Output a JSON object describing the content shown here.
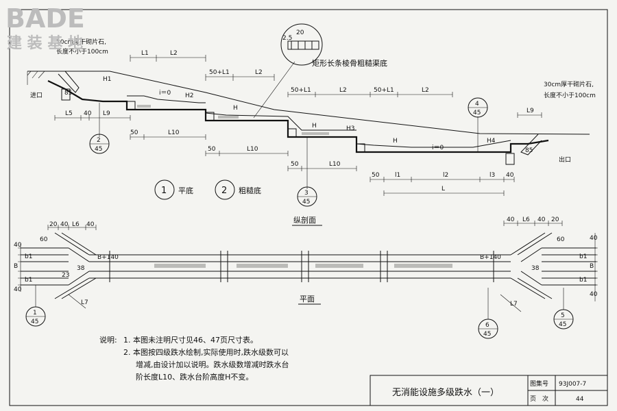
{
  "watermark": {
    "brand": "BADE",
    "sub": "建 装 基 地"
  },
  "profile": {
    "title": "纵剖面",
    "top_detail_label": "矩形长条棱骨粗糙渠底",
    "detail_dim_20": "20",
    "detail_dim_25": "2.5",
    "stone_left": [
      "30cm厚干砌片石,",
      "长度不小于100cm"
    ],
    "stone_right": [
      "30cm厚干砌片石,",
      "长度不小于100cm"
    ],
    "inlet": "进口",
    "outlet": "出口",
    "slope_1": "i＝0",
    "slope_2": "i＝0",
    "legend": [
      {
        "num": "1",
        "label": "平底"
      },
      {
        "num": "2",
        "label": "粗糙底"
      }
    ],
    "dims": {
      "L1": "L1",
      "L2": "L2",
      "L5": "L5",
      "L9": "L9",
      "L10": "L10",
      "L": "L",
      "l1": "l1",
      "l2": "l2",
      "l3": "l3",
      "H": "H",
      "H1": "H1",
      "H2": "H2",
      "H3": "H3",
      "H4": "H4",
      "fifty_L1": "50+L1",
      "n50": "50",
      "n40": "40",
      "n85": "85"
    }
  },
  "plan": {
    "title": "平面",
    "dims": {
      "n20": "20",
      "n40": "40",
      "n60": "60",
      "L6": "L6",
      "L7": "L7",
      "B140": "B+140",
      "B": "B",
      "b1": "b1",
      "n38": "38",
      "n23": "23"
    }
  },
  "callouts": [
    {
      "id": "c-2-45",
      "top": "2",
      "bottom": "45"
    },
    {
      "id": "c-3-45",
      "top": "3",
      "bottom": "45"
    },
    {
      "id": "c-4-45",
      "top": "4",
      "bottom": "45"
    },
    {
      "id": "c-1-45",
      "top": "1",
      "bottom": "45"
    },
    {
      "id": "c-6-45",
      "top": "6",
      "bottom": "45"
    },
    {
      "id": "c-5-45",
      "top": "5",
      "bottom": "45"
    }
  ],
  "notes": {
    "lead": "说明:",
    "items": [
      "1. 本图未注明尺寸见46、47页尺寸表。",
      "2. 本图按四级跌水绘制,实际使用时,跌水级数可以",
      "增减,由设计加以说明。跌水级数增减时跌水台",
      "阶长度L10、跌水台阶高度H不变。"
    ]
  },
  "titleblock": {
    "title": "无消能设施多级跌水（一）",
    "atlas_label": "图集号",
    "atlas_value": "93J007-7",
    "page_label": "页　次",
    "page_value": "44"
  }
}
